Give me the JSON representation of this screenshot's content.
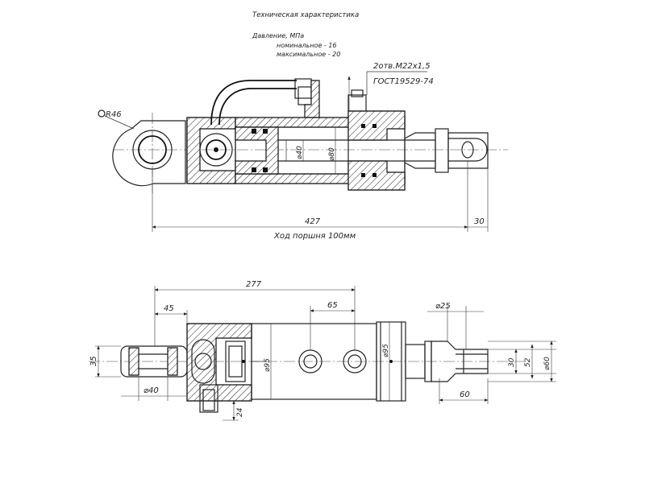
{
  "spec": {
    "title": "Техническая характеристика",
    "pressure_label": "Давление, МПа",
    "nominal": "номинальное - 16",
    "maximum": "максимальное - 20"
  },
  "ports": {
    "thread": "2отв.М22х1,5",
    "standard": "ГОСТ19529-74"
  },
  "top_view": {
    "radius_label": "R46",
    "rod_dia": "⌀40",
    "bore_dia": "⌀80",
    "overall_length": "427",
    "end_offset": "30",
    "stroke_label": "Ход поршня 100мм"
  },
  "bottom_view": {
    "length_277": "277",
    "dim_45": "45",
    "dim_65": "65",
    "dim_25": "⌀25",
    "dim_35": "35",
    "dim_40": "⌀40",
    "dim_24": "24",
    "body_dia_1": "⌀95",
    "body_dia_2": "⌀95",
    "dim_30": "30",
    "dim_52": "52",
    "dim_60v": "⌀60",
    "dim_60h": "60"
  }
}
